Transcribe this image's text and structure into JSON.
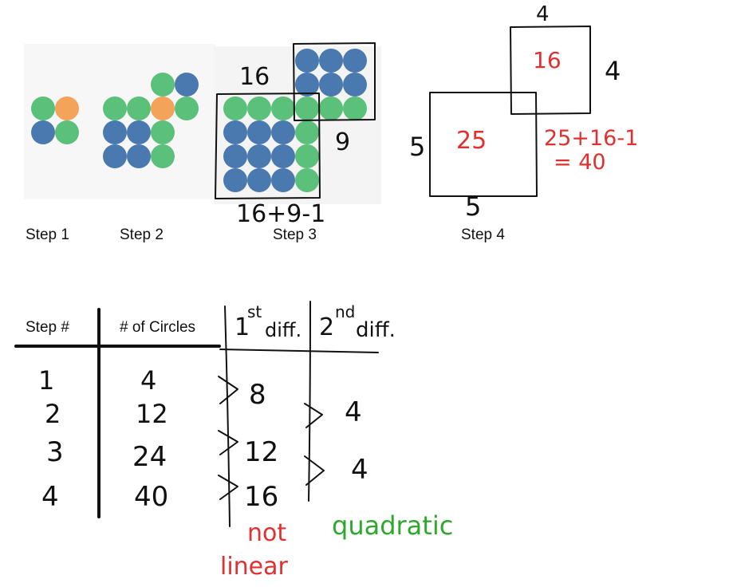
{
  "colors": {
    "orange": "#f5a25a",
    "blue": "#4a79b0",
    "green": "#5bc07a",
    "ink": "#111111",
    "red": "#e03030",
    "annotation_green": "#2ea82e"
  },
  "steps": [
    {
      "label": "Step 1"
    },
    {
      "label": "Step 2"
    },
    {
      "label": "Step 3",
      "big_square": "16",
      "small_square": "9",
      "sum": "16+9-1"
    },
    {
      "label": "Step 4",
      "side_top": "4",
      "side_right": "4",
      "side_left": "5",
      "side_bottom": "5",
      "small_area": "16",
      "large_area": "25",
      "sum_line1": "25+16-1",
      "sum_line2": "= 40"
    }
  ],
  "table": {
    "header_step": "Step #",
    "header_circles": "# of Circles",
    "header_diff1_num": "1",
    "header_diff1_sup": "st",
    "header_diff1_text": "diff.",
    "header_diff2_num": "2",
    "header_diff2_sup": "nd",
    "header_diff2_text": "diff.",
    "rows": [
      {
        "step": "1",
        "circles": "4"
      },
      {
        "step": "2",
        "circles": "12"
      },
      {
        "step": "3",
        "circles": "24"
      },
      {
        "step": "4",
        "circles": "40"
      }
    ],
    "first_diffs": [
      "8",
      "12",
      "16"
    ],
    "second_diffs": [
      "4",
      "4"
    ],
    "note_first_line1": "not",
    "note_first_line2": "linear",
    "note_second": "quadratic"
  }
}
